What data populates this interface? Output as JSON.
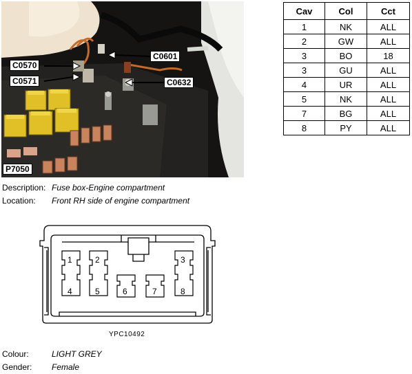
{
  "photo": {
    "labels": {
      "c0570": "C0570",
      "c0571": "C0571",
      "c0601": "C0601",
      "c0632": "C0632",
      "p7050": "P7050"
    }
  },
  "pin_table": {
    "headers": [
      "Cav",
      "Col",
      "Cct"
    ],
    "rows": [
      [
        "1",
        "NK",
        "ALL"
      ],
      [
        "2",
        "GW",
        "ALL"
      ],
      [
        "3",
        "BO",
        "18"
      ],
      [
        "3",
        "GU",
        "ALL"
      ],
      [
        "4",
        "UR",
        "ALL"
      ],
      [
        "5",
        "NK",
        "ALL"
      ],
      [
        "7",
        "BG",
        "ALL"
      ],
      [
        "8",
        "PY",
        "ALL"
      ]
    ]
  },
  "info": {
    "description_label": "Description:",
    "description_value": "Fuse box-Engine compartment",
    "location_label": "Location:",
    "location_value": "Front RH side of engine compartment",
    "colour_label": "Colour:",
    "colour_value": "LIGHT GREY",
    "gender_label": "Gender:",
    "gender_value": "Female"
  },
  "connector": {
    "pins": [
      "1",
      "2",
      "3",
      "4",
      "5",
      "6",
      "7",
      "8"
    ],
    "drawing_ref": "YPC10492"
  }
}
